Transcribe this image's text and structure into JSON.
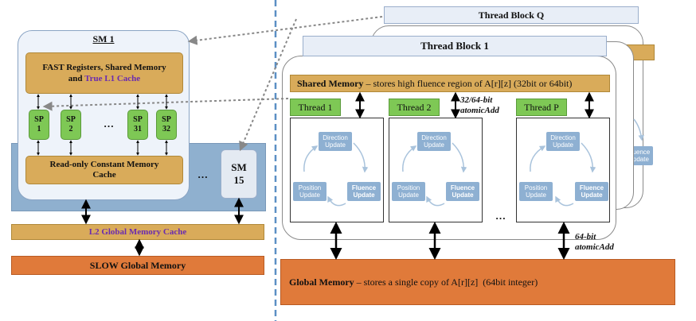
{
  "sm1": {
    "title": "SM 1",
    "fast_line1": "FAST Registers, Shared Memory",
    "fast_line2_prefix": "and ",
    "fast_line2_highlight": "True L1 Cache",
    "sps": [
      {
        "l1": "SP",
        "l2": "1"
      },
      {
        "l1": "SP",
        "l2": "2"
      },
      {
        "l1": "SP",
        "l2": "31"
      },
      {
        "l1": "SP",
        "l2": "32"
      }
    ],
    "sp_dots": "…",
    "readonly_line1": "Read-only Constant Memory",
    "readonly_line2": "Cache"
  },
  "gpu": {
    "sm_dots": "…",
    "sm15_l1": "SM",
    "sm15_l2": "15",
    "l2_cache": "L2 Global Memory Cache",
    "slow_memory": "SLOW Global Memory"
  },
  "blocks": {
    "q_title": "Thread Block Q",
    "b1_title": "Thread Block 1",
    "shared_bold": "Shared Memory",
    "shared_rest": " – stores high fluence region of A[r][z] (32bit or 64bit)",
    "atomic32_l1": "32/64-bit",
    "atomic32_l2": "atomicAdd",
    "atomic64_l1": "64-bit",
    "atomic64_l2": "atomicAdd",
    "thread_dots": "…"
  },
  "threads": [
    {
      "label": "Thread 1",
      "direction": "Direction Update",
      "position": "Position Update",
      "fluence": "Fluence Update"
    },
    {
      "label": "Thread 2",
      "direction": "Direction Update",
      "position": "Position Update",
      "fluence": "Fluence Update"
    },
    {
      "label": "Thread P",
      "direction": "Direction Update",
      "position": "Position Update",
      "fluence": "Fluence Update"
    }
  ],
  "back_block": {
    "fluence": "Fluence Update"
  },
  "global": {
    "bold": "Global Memory",
    "rest": " – stores a single copy of A[r][z]  (64bit integer)"
  },
  "colors": {
    "orange_box": "#d9ab5a",
    "green_box": "#7ec855",
    "slow_orange": "#e07a3a",
    "blue_panel": "#8fb0cf",
    "step_blue": "#8eb0d2",
    "highlight_purple": "#6a2bb0"
  }
}
